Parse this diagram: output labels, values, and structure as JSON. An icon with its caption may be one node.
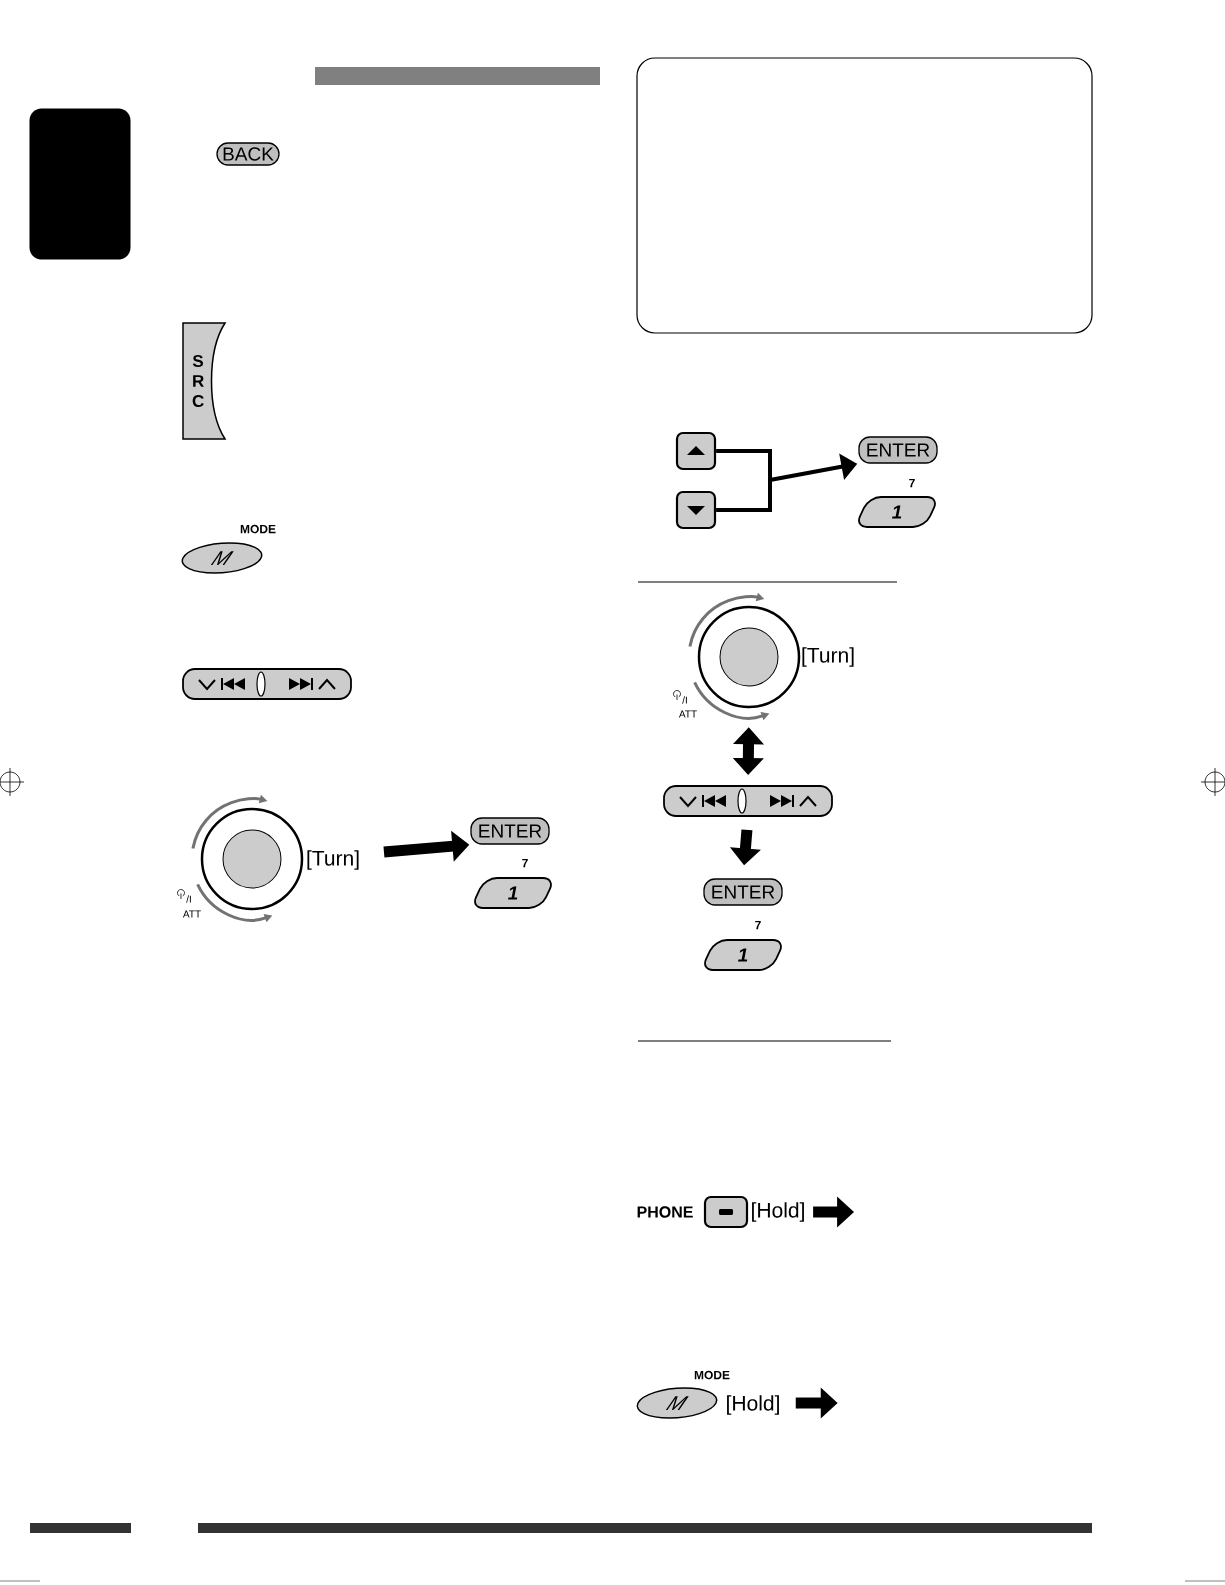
{
  "diagram": {
    "nodes": [
      {
        "text": [
          "BACK"
        ]
      },
      {
        "text": [
          "S R C"
        ]
      },
      {
        "text": [
          "M"
        ],
        "beside": [
          "MODE"
        ]
      },
      {
        "text": [],
        "shape": "box"
      },
      {
        "text": [],
        "shape": "circle",
        "beside": [
          "[Turn]",
          "/I",
          "ATT"
        ]
      },
      {
        "text": [
          "ENTER"
        ]
      },
      {
        "text": [
          "1"
        ],
        "beside": [
          "7"
        ]
      },
      {
        "text": [],
        "shape": "box"
      },
      {
        "text": [],
        "shape": "box"
      },
      {
        "text": [
          "ENTER"
        ]
      },
      {
        "text": [
          "1"
        ],
        "beside": [
          "7"
        ]
      },
      {
        "text": [],
        "shape": "circle",
        "beside": [
          "[Turn]",
          "/I",
          "ATT"
        ]
      },
      {
        "text": [],
        "shape": "box"
      },
      {
        "text": [
          "ENTER"
        ]
      },
      {
        "text": [
          "1"
        ],
        "beside": [
          "7"
        ]
      },
      {
        "text": [],
        "shape": "box",
        "beside": [
          "PHONE",
          "[Hold]"
        ]
      },
      {
        "text": [
          "M"
        ],
        "beside": [
          "MODE",
          "[Hold]"
        ]
      },
      {
        "text": [],
        "shape": "box"
      }
    ],
    "edges": [
      {
        "from": 4,
        "to": 5,
        "arrow": "to"
      },
      {
        "from": 7,
        "to": 9,
        "arrow": "to"
      },
      {
        "from": 8,
        "to": 9,
        "arrow": "to"
      },
      {
        "from": 11,
        "to": 12,
        "arrow": "both"
      },
      {
        "from": 12,
        "to": 13,
        "arrow": "to"
      },
      {
        "from": 15,
        "to": null,
        "arrow": "to"
      },
      {
        "from": 16,
        "to": null,
        "arrow": "to"
      }
    ]
  }
}
